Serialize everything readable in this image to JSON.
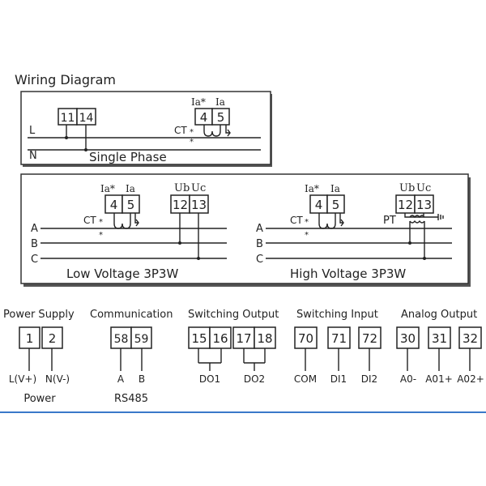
{
  "title": "Wiring Diagram",
  "single_phase": {
    "caption": "Single Phase",
    "lines": [
      "L",
      "N"
    ],
    "terminals_left": [
      "11",
      "14"
    ],
    "terminals_right": [
      "4",
      "5"
    ],
    "terminal_labels": [
      "Ia*",
      "Ia"
    ],
    "ct_label": "CT",
    "star": "*"
  },
  "low_voltage": {
    "caption": "Low Voltage 3P3W",
    "lines": [
      "A",
      "B",
      "C"
    ],
    "ct_label": "CT",
    "current_terminals": [
      "4",
      "5"
    ],
    "current_labels": [
      "Ia*",
      "Ia"
    ],
    "voltage_terminals": [
      "12",
      "13"
    ],
    "voltage_labels": [
      "Ub",
      "Uc"
    ],
    "star": "*"
  },
  "high_voltage": {
    "caption": "High Voltage 3P3W",
    "lines": [
      "A",
      "B",
      "C"
    ],
    "ct_label": "CT",
    "pt_label": "PT",
    "current_terminals": [
      "4",
      "5"
    ],
    "current_labels": [
      "Ia*",
      "Ia"
    ],
    "voltage_terminals": [
      "12",
      "13"
    ],
    "voltage_labels": [
      "Ub",
      "Uc"
    ],
    "star": "*"
  },
  "bottom_groups": [
    {
      "header": "Power Supply",
      "terminals": [
        "1",
        "2"
      ],
      "labels": [
        "L(V+)",
        "N(V-)"
      ],
      "sublabel": "Power"
    },
    {
      "header": "Communication",
      "terminals": [
        "58",
        "59"
      ],
      "labels": [
        "A",
        "B"
      ],
      "sublabel": "RS485"
    },
    {
      "header": "Switching Output",
      "terminals": [
        "15",
        "16",
        "17",
        "18"
      ],
      "labels": [
        "DO1",
        "DO2"
      ],
      "sublabel": ""
    },
    {
      "header": "Switching Input",
      "terminals": [
        "70",
        "71",
        "72"
      ],
      "labels": [
        "COM",
        "DI1",
        "DI2"
      ],
      "sublabel": ""
    },
    {
      "header": "Analog Output",
      "terminals": [
        "30",
        "31",
        "32"
      ],
      "labels": [
        "A0-",
        "A01+",
        "A02+"
      ],
      "sublabel": ""
    }
  ]
}
